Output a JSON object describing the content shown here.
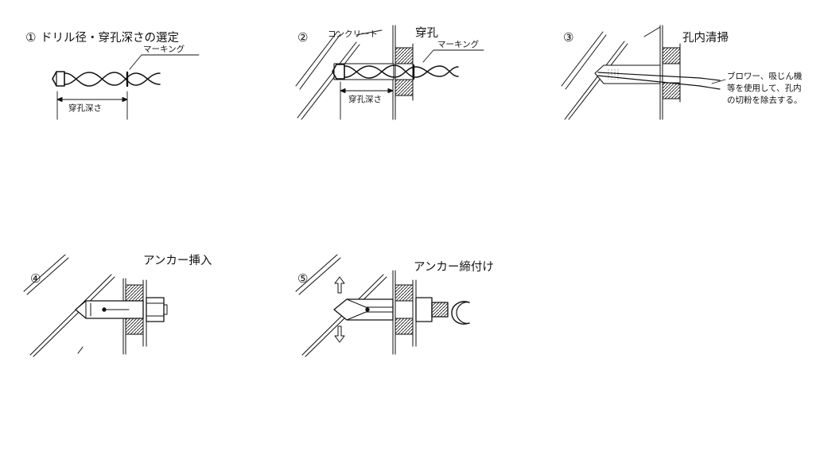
{
  "steps": [
    {
      "number": "①",
      "title": "ドリル径・穿孔深さの選定",
      "labels": {
        "marking": "マーキング",
        "depth": "穿孔深さ"
      }
    },
    {
      "number": "②",
      "title": "穿孔",
      "labels": {
        "concrete": "コンクリート",
        "marking": "マーキング",
        "depth": "穿孔深さ"
      }
    },
    {
      "number": "③",
      "title": "孔内清掃",
      "note": [
        "ブロワー、吸じん機",
        "等を使用して、孔内",
        "の切粉を除去する。"
      ]
    },
    {
      "number": "④",
      "title": "アンカー挿入"
    },
    {
      "number": "⑤",
      "title": "アンカー締付け"
    }
  ],
  "colors": {
    "ink": "#111111",
    "background": "#ffffff"
  },
  "icons": [
    "drill-bit-icon",
    "anchor-bolt-icon",
    "nut-icon",
    "rotation-arrow-icon",
    "expansion-arrow-icon",
    "blower-nozzle-icon"
  ]
}
